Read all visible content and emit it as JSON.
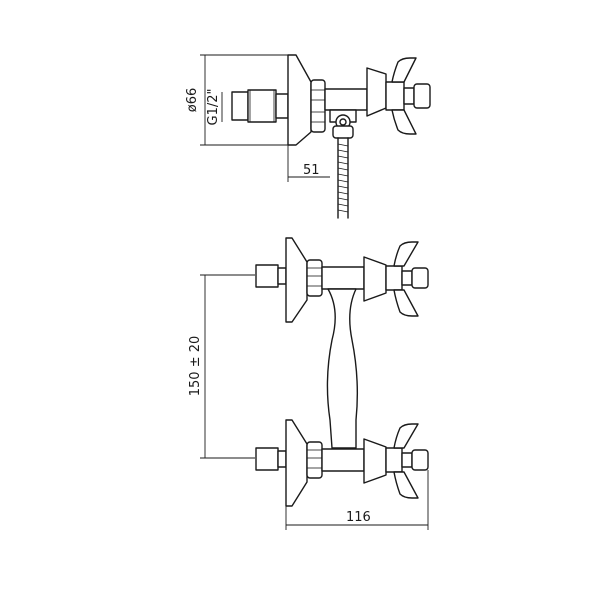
{
  "dimensions": {
    "flange_diameter": "ø66",
    "thread": "G1/2\"",
    "depth": "51",
    "centers": "150 ± 20",
    "width": "116"
  }
}
